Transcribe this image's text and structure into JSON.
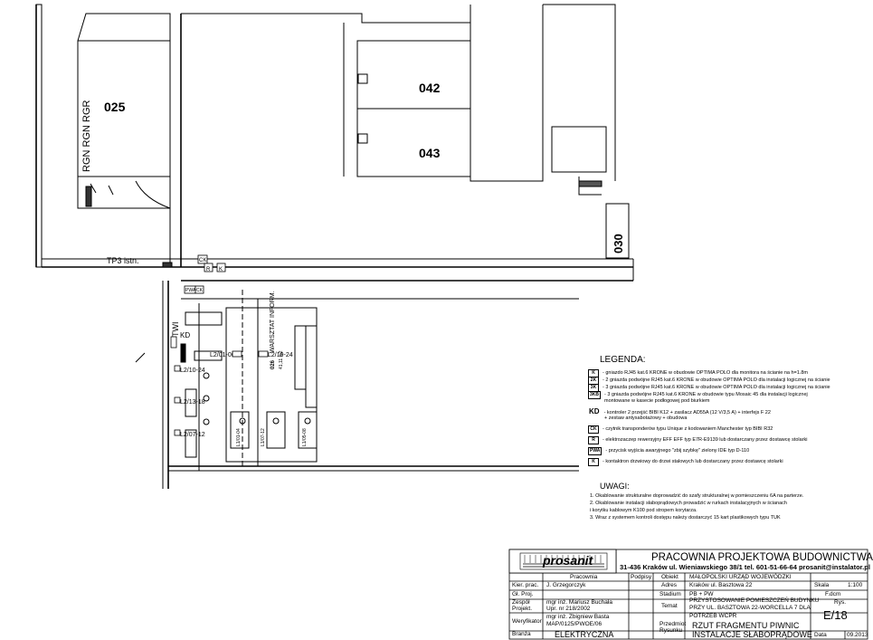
{
  "rooms": {
    "r025": "025",
    "r042": "042",
    "r043": "043",
    "r030": "030",
    "rgn_label": "RGN RGN RGR"
  },
  "plan_labels": {
    "tp3": "TP3 istn.",
    "ck_door": "CK",
    "r_door": "R",
    "k_door": "K",
    "pwa": "PWA",
    "ck2": "CK",
    "kd": "KD",
    "twi": "TWI",
    "workshop_room": "026",
    "workshop_name": "WARSZTAT INFORM.",
    "workshop_area": "41,11 m2",
    "sockets": {
      "s1": "L2/01-06",
      "s2": "L2/19-24",
      "s3": "L2/10-24",
      "s4": "L2/13-18",
      "s5": "L2/07-12",
      "s6": "L1/01-04",
      "s7": "L1/07-12",
      "s8": "L1/05-08"
    }
  },
  "legend": {
    "title": "LEGENDA:",
    "items": [
      {
        "sym": "K",
        "text": "- gniazdo RJ45 kat.6 KRONE w obudowie OPTIMA POLO dla monitora na ścianie na h=1.8m"
      },
      {
        "sym": "2K",
        "text": "- 2 gniazda podwójne RJ45 kat.6 KRONE w obudowie OPTIMA POLO dla instalacji logicznej na ścianie"
      },
      {
        "sym": "3K",
        "text": "- 3 gniazda podwójne RJ45 kat.6 KRONE w obudowie OPTIMA POLO dla instalacji logicznej na ścianie"
      },
      {
        "sym": "3KB",
        "text": "- 3 gniazda podwójne RJ45 kat.6 KRONE w obudowie typu Mosaic 45 dla instalacji logicznej"
      },
      {
        "sym": "",
        "text": "montowane w kasecie podłogowej pod biurkiem"
      },
      {
        "sym": "KD",
        "text": "- kontroler 2 przejść BIBI K12 + zasilacz AD55A (12 V/3,5 A) + interfejs F 22"
      },
      {
        "sym": "",
        "text": "+ zestaw antysabotażowy + obudowa"
      },
      {
        "sym": "CK",
        "text": "- czytnik transponderów typu Unique z kodowaniem Manchester typ BIBI R32"
      },
      {
        "sym": "R",
        "text": "- elektrozaczep rewersyjny EFF EFF typ E7R-E9139 lub dostarczany przez dostawcę stolarki"
      },
      {
        "sym": "PWA",
        "text": "- przycisk wyjścia awaryjnego \"zbij szybkę\" zielony IDE typ D-110"
      },
      {
        "sym": "K",
        "text": "- kontaktron drzwiowy do drzwi stalowych lub dostarczany przez dostawcę stolarki"
      }
    ]
  },
  "notes": {
    "title": "UWAGI:",
    "items": [
      "1.  Okablowanie strukturalne doprowadzić do szafy strukturalnej w pomieszczeniu 6A na parterze.",
      "2.  Okablowanie instalacji słaboprądowych prowadzić w rurkach instalacyjnych w ścianach",
      "     i korytku kablowym K100 pod stropem korytarza.",
      "3.  Wraz z systemem kontroli dostępu należy dostarczyć 15 kart plastikowych typu TUK"
    ]
  },
  "titleblock": {
    "logo": "prosanit",
    "company": "PRACOWNIA PROJEKTOWA BUDOWNICTWA",
    "address": "31-436 Kraków ul. Wieniawskiego 38/1 tel. 601-51-66-64 prosanit@instalator.pl",
    "hdr_pracownia": "Pracownia",
    "hdr_podpisy": "Podpisy",
    "lbl_kier": "Kier. prac.",
    "val_kier": "J. Grzegorczyk",
    "lbl_gl": "Gł. Proj.",
    "lbl_zespol": "Zespół",
    "lbl_projekt": "Projekt.",
    "val_proj1": "mgr inż. Mariusz Buchała",
    "val_proj2": "Upr. nr 218/2002",
    "lbl_weryf": "Weryfikator",
    "val_weryf1": "mgr inż. Zbigniew Basta",
    "val_weryf2": "MAP/0125/PWOE/06",
    "lbl_branza": "Branża",
    "val_branza": "ELEKTRYCZNA",
    "lbl_obiekt": "Obiekt",
    "val_obiekt": "MAŁOPOLSKI URZĄD WOJEWÓDZKI",
    "lbl_adres": "Adres",
    "val_adres": "Kraków  ul. Basztowa 22",
    "lbl_stadium": "Stadium",
    "val_stadium": "PB + PW",
    "lbl_temat": "Temat",
    "val_temat1": "PRZYSTOSOWANIE POMIESZCZEŃ BUDYNKU",
    "val_temat2": "PRZY UL. BASZTOWA 22-WORCELLA 7 DLA",
    "val_temat3": "POTRZEB WCPR",
    "lbl_przedmiot": "Przedmiot",
    "lbl_rysunku": "Rysunku",
    "val_przedmiot1": "RZUT FRAGMENTU PIWNIC",
    "val_przedmiot2": "INSTALACJE SŁABOPRĄDOWE",
    "lbl_skala": "Skala",
    "val_skala": "1:100",
    "val_file": "F.dcm",
    "lbl_rys": "Rys.",
    "val_rys": "E/18",
    "lbl_data": "Data",
    "val_data": "09.2013"
  }
}
